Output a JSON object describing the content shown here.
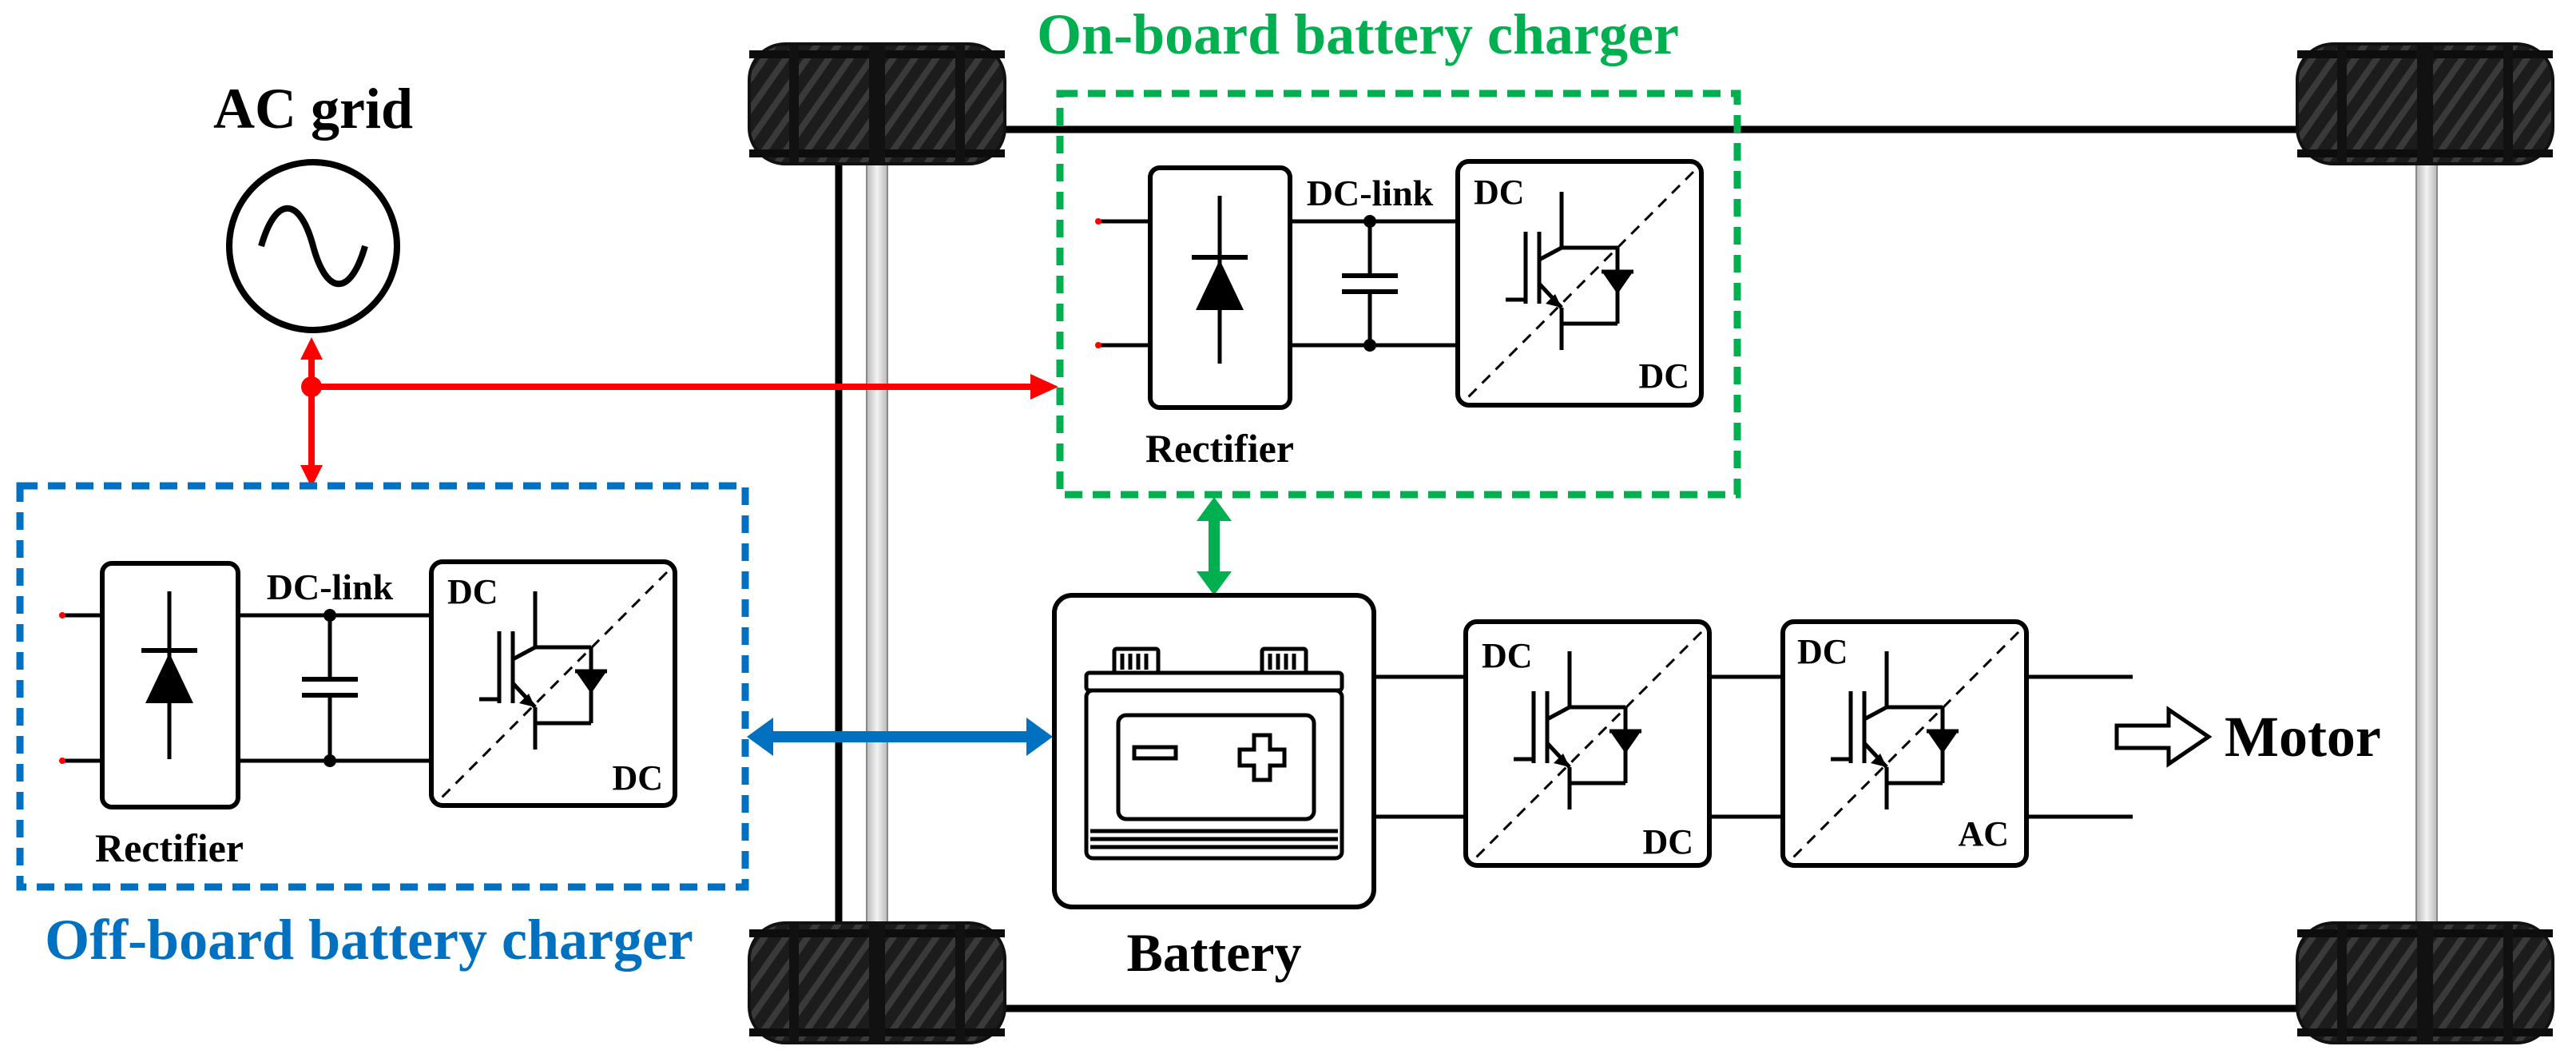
{
  "labels": {
    "ac_grid": "AC grid",
    "onboard_title": "On-board battery charger",
    "offboard_title": "Off-board battery charger",
    "rectifier": "Rectifier",
    "dc_link": "DC-link",
    "dc": "DC",
    "ac": "AC",
    "battery": "Battery",
    "motor": "Motor"
  },
  "colors": {
    "onboard": "#00b050",
    "offboard": "#0070c0",
    "grid_line": "#ff0000",
    "stroke": "#000000"
  },
  "icons": [
    "ac-source-icon",
    "diode-icon",
    "capacitor-icon",
    "igbt-icon",
    "battery-icon",
    "tire-icon",
    "arrow-icon"
  ]
}
